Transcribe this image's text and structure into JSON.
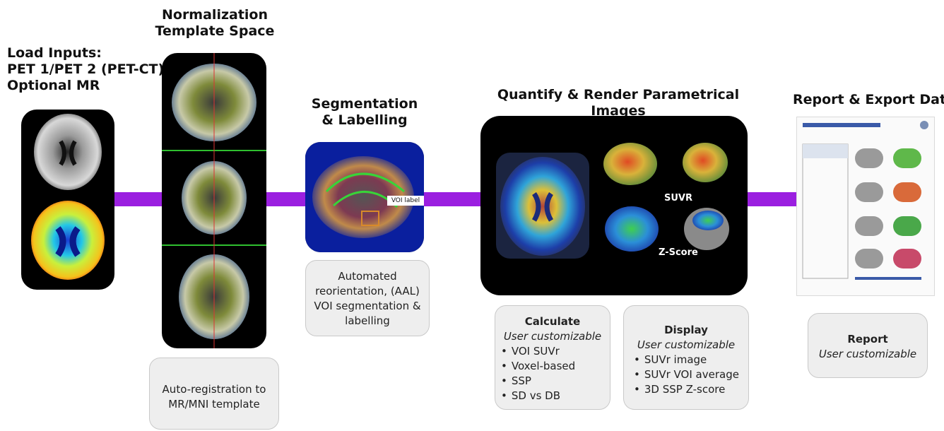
{
  "load_inputs": {
    "lines": [
      "Load Inputs:",
      "PET 1/PET 2 (PET-CT)",
      "Optional MR"
    ]
  },
  "normalization": {
    "lines": [
      "Normalization",
      "Template Space"
    ],
    "note": [
      "Auto-registration to",
      "MR/MNI template"
    ]
  },
  "segmentation": {
    "lines": [
      "Segmentation",
      "& Labelling"
    ],
    "voi_label": "VOI label",
    "note": [
      "Automated",
      "reorientation, (AAL)",
      "VOI segmentation &",
      "labelling"
    ]
  },
  "quantify": {
    "title": "Quantify & Render Parametrical Images",
    "suvr_label": "SUVR",
    "zscore_label": "Z-Score"
  },
  "calculate": {
    "head": "Calculate",
    "sub": "User customizable",
    "items": [
      "VOI SUVr",
      "Voxel-based",
      "SSP",
      "SD vs DB"
    ]
  },
  "display": {
    "head": "Display",
    "sub": "User customizable",
    "items": [
      "SUVr image",
      "SUVr VOI average",
      "3D SSP Z-score"
    ]
  },
  "report": {
    "title": "Report & Export Data",
    "head": "Report",
    "sub": "User customizable"
  },
  "colors": {
    "arrow": "#9b1fe0",
    "panel": "#000000",
    "note_bg": "#eeeeee"
  }
}
